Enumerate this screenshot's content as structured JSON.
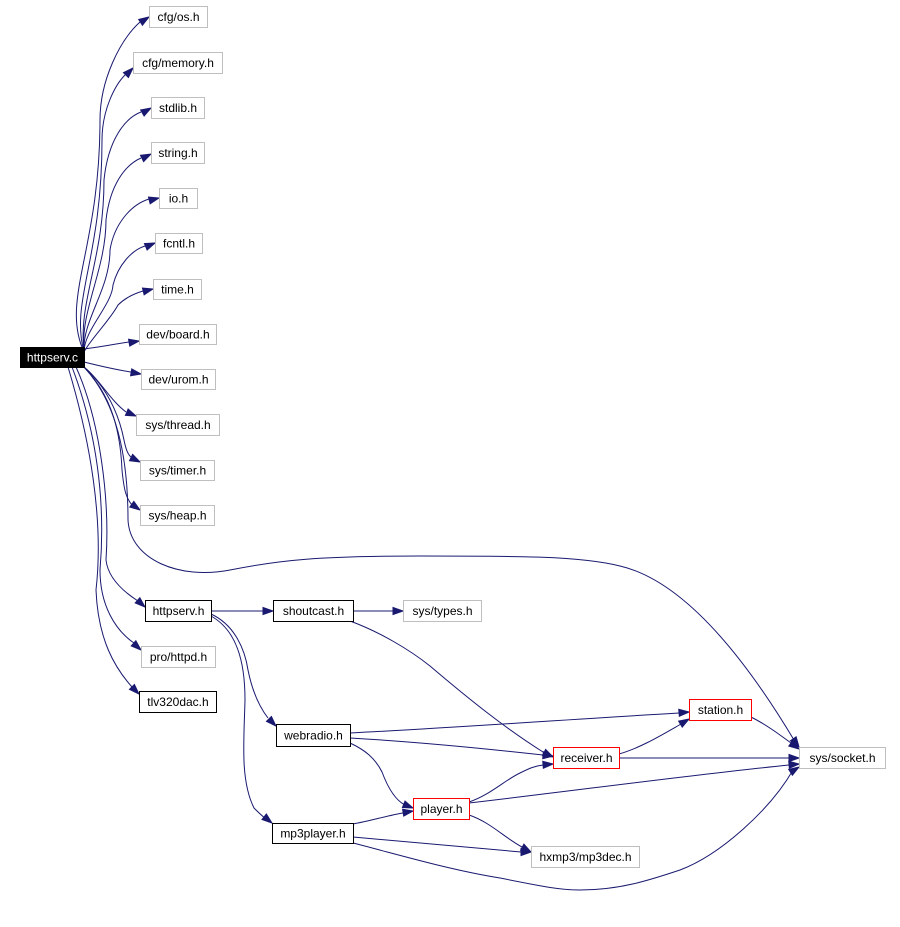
{
  "graph": {
    "title": "httpserv.c include dependency graph",
    "colors": {
      "edge": "#191970",
      "root_fill": "#000000",
      "root_text": "#ffffff",
      "documented_border": "#000000",
      "undocumented_border": "#bfbfbf",
      "truncated_border": "#ff0000"
    },
    "nodes": [
      {
        "id": "httpserv_c",
        "label": "httpserv.c",
        "style": "root"
      },
      {
        "id": "cfg_os",
        "label": "cfg/os.h",
        "style": "undocumented"
      },
      {
        "id": "cfg_memory",
        "label": "cfg/memory.h",
        "style": "undocumented"
      },
      {
        "id": "stdlib",
        "label": "stdlib.h",
        "style": "undocumented"
      },
      {
        "id": "string",
        "label": "string.h",
        "style": "undocumented"
      },
      {
        "id": "io",
        "label": "io.h",
        "style": "undocumented"
      },
      {
        "id": "fcntl",
        "label": "fcntl.h",
        "style": "undocumented"
      },
      {
        "id": "time",
        "label": "time.h",
        "style": "undocumented"
      },
      {
        "id": "dev_board",
        "label": "dev/board.h",
        "style": "undocumented"
      },
      {
        "id": "dev_urom",
        "label": "dev/urom.h",
        "style": "undocumented"
      },
      {
        "id": "sys_thread",
        "label": "sys/thread.h",
        "style": "undocumented"
      },
      {
        "id": "sys_timer",
        "label": "sys/timer.h",
        "style": "undocumented"
      },
      {
        "id": "sys_heap",
        "label": "sys/heap.h",
        "style": "undocumented"
      },
      {
        "id": "httpserv_h",
        "label": "httpserv.h",
        "style": "documented"
      },
      {
        "id": "shoutcast",
        "label": "shoutcast.h",
        "style": "documented"
      },
      {
        "id": "sys_types",
        "label": "sys/types.h",
        "style": "undocumented"
      },
      {
        "id": "pro_httpd",
        "label": "pro/httpd.h",
        "style": "undocumented"
      },
      {
        "id": "tlv320dac",
        "label": "tlv320dac.h",
        "style": "documented"
      },
      {
        "id": "webradio",
        "label": "webradio.h",
        "style": "documented"
      },
      {
        "id": "station",
        "label": "station.h",
        "style": "truncated"
      },
      {
        "id": "receiver",
        "label": "receiver.h",
        "style": "truncated"
      },
      {
        "id": "sys_socket",
        "label": "sys/socket.h",
        "style": "undocumented"
      },
      {
        "id": "player",
        "label": "player.h",
        "style": "truncated"
      },
      {
        "id": "mp3player",
        "label": "mp3player.h",
        "style": "documented"
      },
      {
        "id": "hxmp3",
        "label": "hxmp3/mp3dec.h",
        "style": "undocumented"
      }
    ],
    "edges": [
      {
        "from": "httpserv_c",
        "to": "cfg_os"
      },
      {
        "from": "httpserv_c",
        "to": "cfg_memory"
      },
      {
        "from": "httpserv_c",
        "to": "stdlib"
      },
      {
        "from": "httpserv_c",
        "to": "string"
      },
      {
        "from": "httpserv_c",
        "to": "io"
      },
      {
        "from": "httpserv_c",
        "to": "fcntl"
      },
      {
        "from": "httpserv_c",
        "to": "time"
      },
      {
        "from": "httpserv_c",
        "to": "dev_board"
      },
      {
        "from": "httpserv_c",
        "to": "dev_urom"
      },
      {
        "from": "httpserv_c",
        "to": "sys_thread"
      },
      {
        "from": "httpserv_c",
        "to": "sys_timer"
      },
      {
        "from": "httpserv_c",
        "to": "sys_heap"
      },
      {
        "from": "httpserv_c",
        "to": "sys_socket"
      },
      {
        "from": "httpserv_c",
        "to": "httpserv_h"
      },
      {
        "from": "httpserv_c",
        "to": "pro_httpd"
      },
      {
        "from": "httpserv_c",
        "to": "tlv320dac"
      },
      {
        "from": "httpserv_h",
        "to": "shoutcast"
      },
      {
        "from": "httpserv_h",
        "to": "webradio"
      },
      {
        "from": "httpserv_h",
        "to": "mp3player"
      },
      {
        "from": "shoutcast",
        "to": "sys_types"
      },
      {
        "from": "shoutcast",
        "to": "receiver"
      },
      {
        "from": "webradio",
        "to": "station"
      },
      {
        "from": "webradio",
        "to": "receiver"
      },
      {
        "from": "webradio",
        "to": "player"
      },
      {
        "from": "receiver",
        "to": "station"
      },
      {
        "from": "receiver",
        "to": "sys_socket"
      },
      {
        "from": "station",
        "to": "sys_socket"
      },
      {
        "from": "player",
        "to": "receiver"
      },
      {
        "from": "player",
        "to": "sys_socket"
      },
      {
        "from": "player",
        "to": "hxmp3"
      },
      {
        "from": "mp3player",
        "to": "player"
      },
      {
        "from": "mp3player",
        "to": "hxmp3"
      },
      {
        "from": "mp3player",
        "to": "sys_socket"
      }
    ]
  }
}
